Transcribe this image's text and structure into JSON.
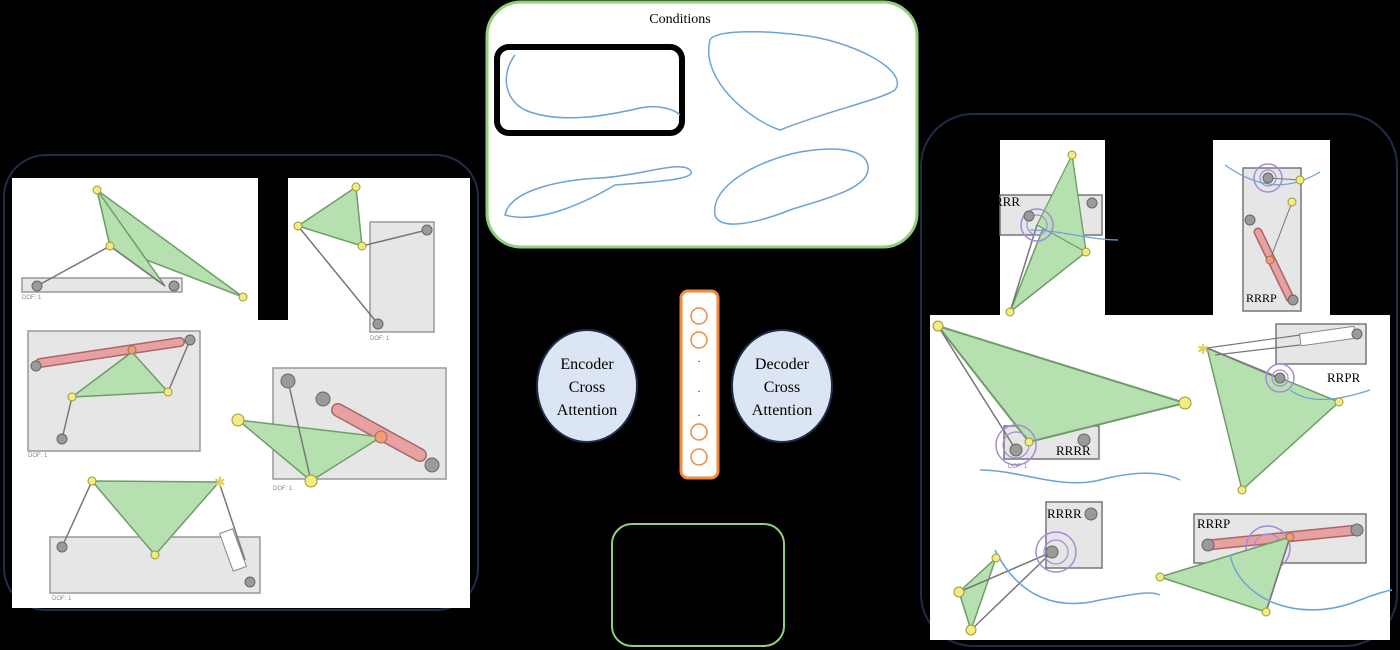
{
  "title_conditions": "Conditions",
  "encoder": {
    "line1": "Encoder",
    "line2": "Cross",
    "line3": "Attention"
  },
  "decoder": {
    "line1": "Decoder",
    "line2": "Cross",
    "line3": "Attention"
  },
  "latent": {
    "dots": ".",
    "dots_mid": "."
  },
  "mech_labels": {
    "rrr": "RRR",
    "rrrp_top": "RRRP",
    "rrpr": "RRPR",
    "rrrr_mid": "RRRR",
    "rrrr_bottom": "RRRR",
    "rrrp_bottom": "RRRP"
  },
  "dof_label": "DOF: 1",
  "colors": {
    "panel_border": "#1f2d4a",
    "green_border": "#8fd17a",
    "triangle_fill": "#b7e0b0",
    "rail_fill": "#e6e6e6",
    "slider_fill": "#e7a1a1",
    "joint_yellow": "#f3ec84",
    "joint_gray": "#9a9a9a",
    "curve_blue": "#6aa3d8",
    "circle_purple": "#a58ad9",
    "node_orange": "#f08a3c",
    "attention_fill": "#dbe5f3"
  }
}
